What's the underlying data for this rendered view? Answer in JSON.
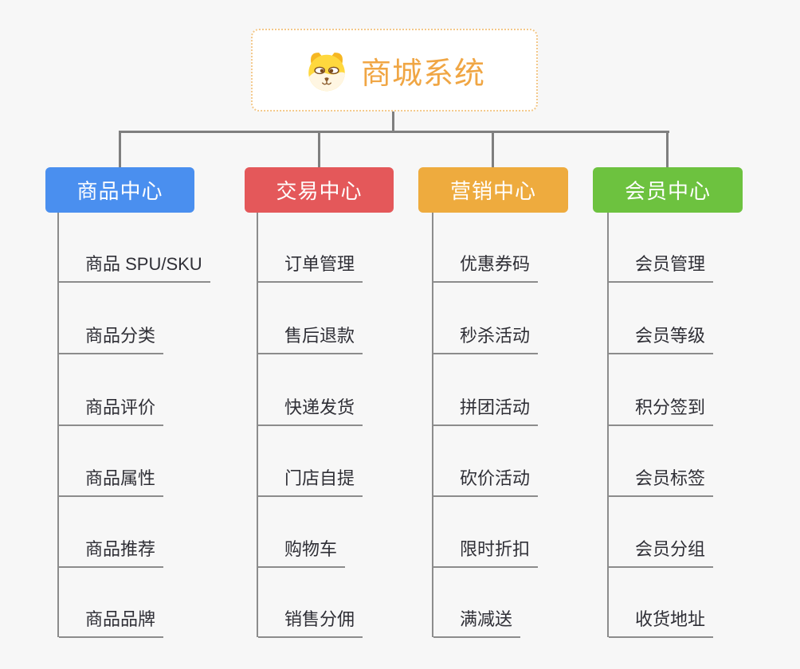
{
  "root": {
    "title": "商城系统",
    "icon": "dog-face-icon"
  },
  "connector_color": "#7f7f7f",
  "leaf_line_color": "#8c8c8c",
  "root_accent_color": "#f0a644",
  "branches": [
    {
      "label": "商品中心",
      "color": "#4a8fef",
      "leaves": [
        "商品 SPU/SKU",
        "商品分类",
        "商品评价",
        "商品属性",
        "商品推荐",
        "商品品牌"
      ]
    },
    {
      "label": "交易中心",
      "color": "#e4585a",
      "leaves": [
        "订单管理",
        "售后退款",
        "快递发货",
        "门店自提",
        "购物车",
        "销售分佣"
      ]
    },
    {
      "label": "营销中心",
      "color": "#eeab3e",
      "leaves": [
        "优惠券码",
        "秒杀活动",
        "拼团活动",
        "砍价活动",
        "限时折扣",
        "满减送"
      ]
    },
    {
      "label": "会员中心",
      "color": "#6dc23f",
      "leaves": [
        "会员管理",
        "会员等级",
        "积分签到",
        "会员标签",
        "会员分组",
        "收货地址"
      ]
    }
  ]
}
